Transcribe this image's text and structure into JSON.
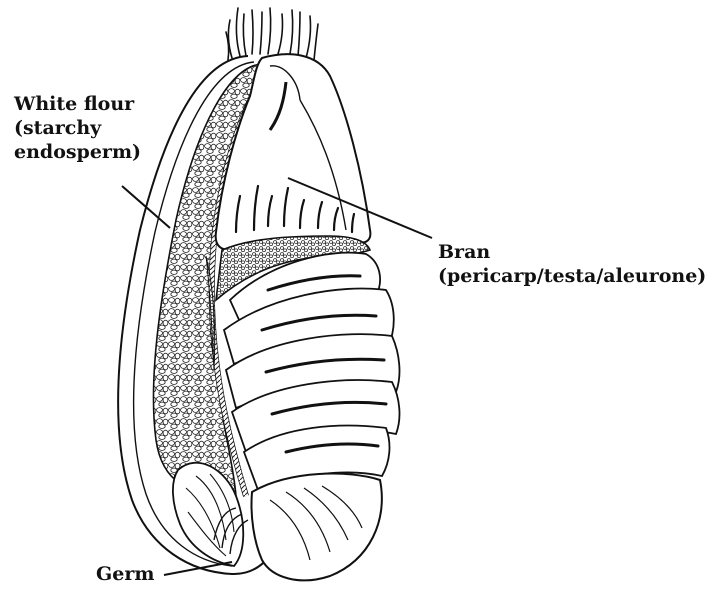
{
  "labels": {
    "white_flour": [
      "White flour",
      "(starchy",
      "endosperm)"
    ],
    "bran": [
      "Bran",
      "(pericarp/testa/aleurone)"
    ],
    "germ": "Germ"
  }
}
